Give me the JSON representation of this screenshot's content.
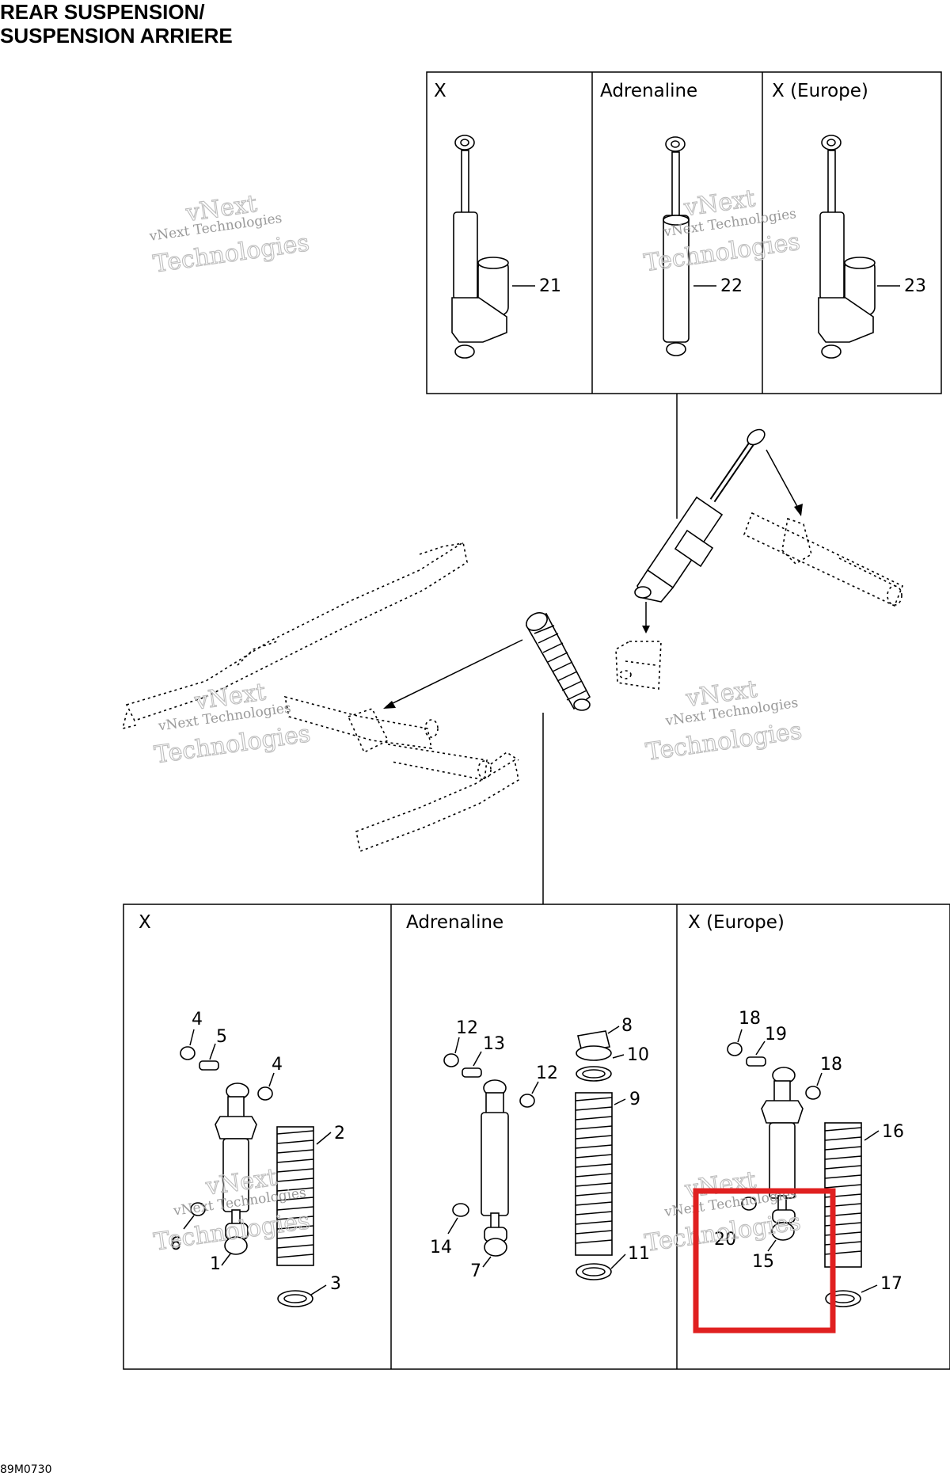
{
  "title": {
    "line1": "REAR SUSPENSION/",
    "line2": "SUSPENSION ARRIERE"
  },
  "top_panel": {
    "labels": [
      "X",
      "Adrenaline",
      "X (Europe)"
    ],
    "callouts": [
      "21",
      "22",
      "23"
    ]
  },
  "bottom_panel": {
    "labels": [
      "X",
      "Adrenaline",
      "X (Europe)"
    ],
    "x_callouts": [
      "4",
      "5",
      "4",
      "2",
      "6",
      "1",
      "3"
    ],
    "adrenaline_callouts": [
      "12",
      "13",
      "12",
      "8",
      "10",
      "9",
      "14",
      "7",
      "11"
    ],
    "europe_callouts": [
      "18",
      "19",
      "18",
      "16",
      "20",
      "15",
      "17"
    ]
  },
  "watermark": {
    "line1": "vNext Technologies",
    "line2": "vNext",
    "line3": "Technologies"
  },
  "drawing_code": "89M0730",
  "highlight_color": "#e02020"
}
